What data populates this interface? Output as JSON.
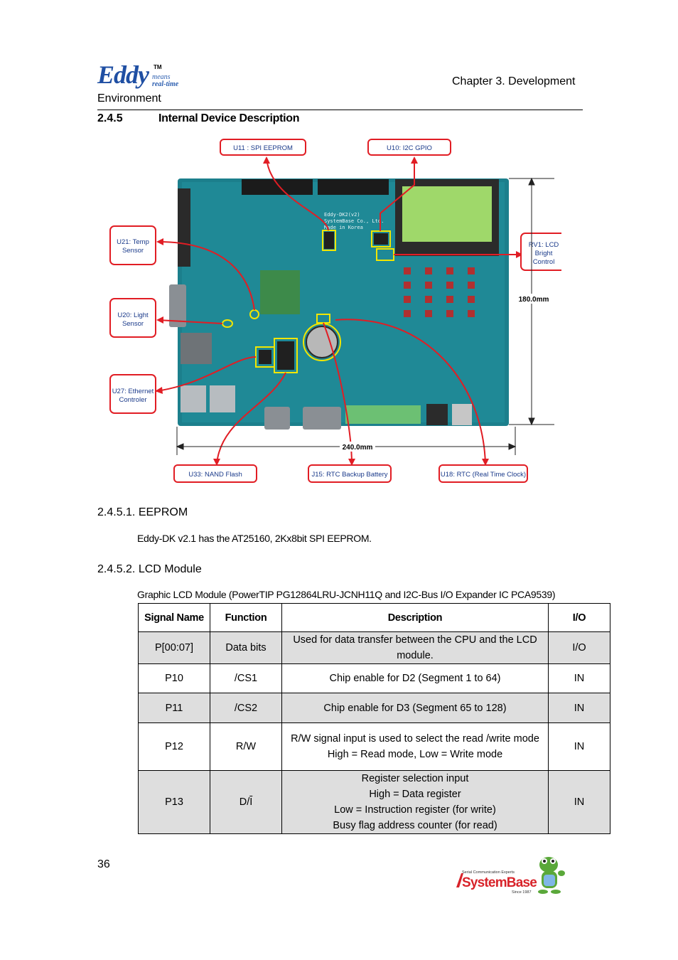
{
  "header": {
    "logo_text": "Eddy",
    "logo_tm": "TM",
    "logo_tagline_1": "means",
    "logo_tagline_2": "real-time",
    "chapter": "Chapter 3. Development",
    "chapter_wrap": "Environment"
  },
  "section": {
    "number": "2.4.5",
    "title": "Internal Device Description"
  },
  "figure": {
    "callouts": {
      "u11": "U11 : SPI EEPROM",
      "u10": "U10: I2C GPIO",
      "u21_line1": "U21: Temp",
      "u21_line2": "Sensor",
      "u20_line1": "U20: Light",
      "u20_line2": "Sensor",
      "u27_line1": "U27: Ethernet",
      "u27_line2": "Controler",
      "rv1_line1": "RV1: LCD",
      "rv1_line2": "Bright",
      "rv1_line3": "Control",
      "u33": "U33: NAND Flash",
      "j15": "J15: RTC Backup Battery",
      "u18": "U18: RTC (Real Time Clock)"
    },
    "dim_height": "180.0mm",
    "dim_width": "240.0mm",
    "board_silk_1": "Eddy-DK2(v2)",
    "board_silk_2": "SystemBase Co., Ltd.",
    "board_silk_3": "Made in Korea",
    "colors": {
      "callout_red": "#e11d24",
      "highlight_yellow": "#f2e600",
      "pcb_teal": "#1c7f8c",
      "lcd_green": "#9fd86a",
      "callout_text_blue": "#1a3a8a"
    }
  },
  "eeprom": {
    "heading": "2.4.5.1. EEPROM",
    "text": "Eddy-DK v2.1 has the AT25160, 2Kx8bit SPI EEPROM."
  },
  "lcd": {
    "heading": "2.4.5.2. LCD Module",
    "text": "Graphic LCD Module (PowerTIP PG12864LRU-JCNH11Q and I2C-Bus I/O Expander IC PCA9539)",
    "columns": [
      "Signal Name",
      "Function",
      "Description",
      "I/O"
    ],
    "rows": [
      {
        "signal": "P[00:07]",
        "function": "Data bits",
        "description": "Used for data transfer between the CPU and the LCD module.",
        "io": "I/O"
      },
      {
        "signal": "P10",
        "function": "/CS1",
        "description": "Chip enable for D2 (Segment 1 to 64)",
        "io": "IN"
      },
      {
        "signal": "P11",
        "function": "/CS2",
        "description": "Chip enable for D3 (Segment 65 to 128)",
        "io": "IN"
      },
      {
        "signal": "P12",
        "function": "R/W",
        "description": "R/W signal input is used to select the read /write mode\nHigh = Read mode, Low = Write mode",
        "io": "IN"
      },
      {
        "signal": "P13",
        "function_prefix": "D/",
        "function_overline": "I",
        "description": "Register selection input\nHigh = Data register\nLow = Instruction register (for write)\n   Busy flag address counter (for read)",
        "io": "IN"
      }
    ]
  },
  "footer": {
    "page_number": "36",
    "company_tagline": "Serial Communication Experts",
    "company_name": "SystemBase",
    "company_since": "Since 1987"
  }
}
